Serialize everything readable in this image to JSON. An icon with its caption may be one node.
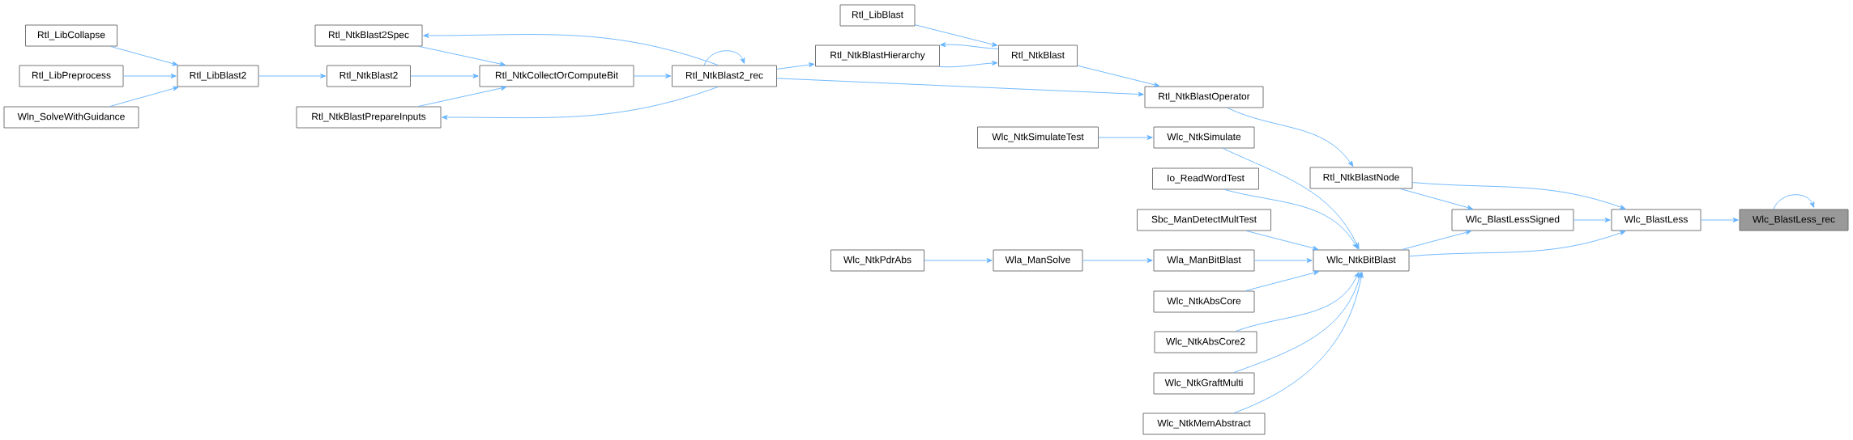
{
  "diagram": {
    "nodes": [
      {
        "text": [
          "Rtl_LibCollapse"
        ]
      },
      {
        "text": [
          "Rtl_LibPreprocess"
        ]
      },
      {
        "text": [
          "Wln_SolveWithGuidance"
        ]
      },
      {
        "text": [
          "Rtl_LibBlast2"
        ]
      },
      {
        "text": [
          "Rtl_NtkBlast2Spec"
        ]
      },
      {
        "text": [
          "Rtl_NtkBlast2"
        ]
      },
      {
        "text": [
          "Rtl_NtkBlastPrepareInputs"
        ]
      },
      {
        "text": [
          "Rtl_NtkCollectOrComputeBit"
        ]
      },
      {
        "text": [
          "Rtl_NtkBlast2_rec"
        ]
      },
      {
        "text": [
          "Rtl_LibBlast"
        ]
      },
      {
        "text": [
          "Rtl_NtkBlastHierarchy"
        ]
      },
      {
        "text": [
          "Rtl_NtkBlast"
        ]
      },
      {
        "text": [
          "Rtl_NtkBlastOperator"
        ]
      },
      {
        "text": [
          "Wlc_NtkSimulateTest"
        ]
      },
      {
        "text": [
          "Wlc_NtkSimulate"
        ]
      },
      {
        "text": [
          "Io_ReadWordTest"
        ]
      },
      {
        "text": [
          "Sbc_ManDetectMultTest"
        ]
      },
      {
        "text": [
          "Wlc_NtkPdrAbs"
        ]
      },
      {
        "text": [
          "Wla_ManSolve"
        ]
      },
      {
        "text": [
          "Wla_ManBitBlast"
        ]
      },
      {
        "text": [
          "Wlc_NtkAbsCore"
        ]
      },
      {
        "text": [
          "Wlc_NtkAbsCore2"
        ]
      },
      {
        "text": [
          "Wlc_NtkGraftMulti"
        ]
      },
      {
        "text": [
          "Wlc_NtkMemAbstract"
        ]
      },
      {
        "text": [
          "Rtl_NtkBlastNode"
        ]
      },
      {
        "text": [
          "Wlc_NtkBitBlast"
        ]
      },
      {
        "text": [
          "Wlc_BlastLessSigned"
        ]
      },
      {
        "text": [
          "Wlc_BlastLess"
        ]
      },
      {
        "text": [
          "Wlc_BlastLess_rec"
        ]
      }
    ],
    "edges": [
      {
        "from": 0,
        "to": 3,
        "arrow": "to"
      },
      {
        "from": 1,
        "to": 3,
        "arrow": "to"
      },
      {
        "from": 2,
        "to": 3,
        "arrow": "to"
      },
      {
        "from": 3,
        "to": 5,
        "arrow": "to"
      },
      {
        "from": 4,
        "to": 7,
        "arrow": "to"
      },
      {
        "from": 5,
        "to": 7,
        "arrow": "to"
      },
      {
        "from": 6,
        "to": 7,
        "arrow": "to"
      },
      {
        "from": 7,
        "to": 8,
        "arrow": "to"
      },
      {
        "from": 8,
        "to": 4,
        "arrow": "to"
      },
      {
        "from": 8,
        "to": 6,
        "arrow": "to"
      },
      {
        "from": 8,
        "to": 8,
        "arrow": "to"
      },
      {
        "from": 8,
        "to": 10,
        "arrow": "to"
      },
      {
        "from": 10,
        "to": 11,
        "arrow": "to"
      },
      {
        "from": 11,
        "to": 10,
        "arrow": "to"
      },
      {
        "from": 9,
        "to": 11,
        "arrow": "to"
      },
      {
        "from": 11,
        "to": 12,
        "arrow": "to"
      },
      {
        "from": 8,
        "to": 12,
        "arrow": "to"
      },
      {
        "from": 12,
        "to": 24,
        "arrow": "to"
      },
      {
        "from": 13,
        "to": 14,
        "arrow": "to"
      },
      {
        "from": 14,
        "to": 25,
        "arrow": "to"
      },
      {
        "from": 15,
        "to": 25,
        "arrow": "to"
      },
      {
        "from": 16,
        "to": 25,
        "arrow": "to"
      },
      {
        "from": 17,
        "to": 18,
        "arrow": "to"
      },
      {
        "from": 18,
        "to": 19,
        "arrow": "to"
      },
      {
        "from": 19,
        "to": 25,
        "arrow": "to"
      },
      {
        "from": 20,
        "to": 25,
        "arrow": "to"
      },
      {
        "from": 21,
        "to": 25,
        "arrow": "to"
      },
      {
        "from": 22,
        "to": 25,
        "arrow": "to"
      },
      {
        "from": 23,
        "to": 25,
        "arrow": "to"
      },
      {
        "from": 24,
        "to": 27,
        "arrow": "to"
      },
      {
        "from": 24,
        "to": 26,
        "arrow": "to"
      },
      {
        "from": 25,
        "to": 26,
        "arrow": "to"
      },
      {
        "from": 26,
        "to": 27,
        "arrow": "to"
      },
      {
        "from": 25,
        "to": 27,
        "arrow": "to"
      },
      {
        "from": 27,
        "to": 28,
        "arrow": "to"
      },
      {
        "from": 28,
        "to": 28,
        "arrow": "to"
      }
    ]
  }
}
